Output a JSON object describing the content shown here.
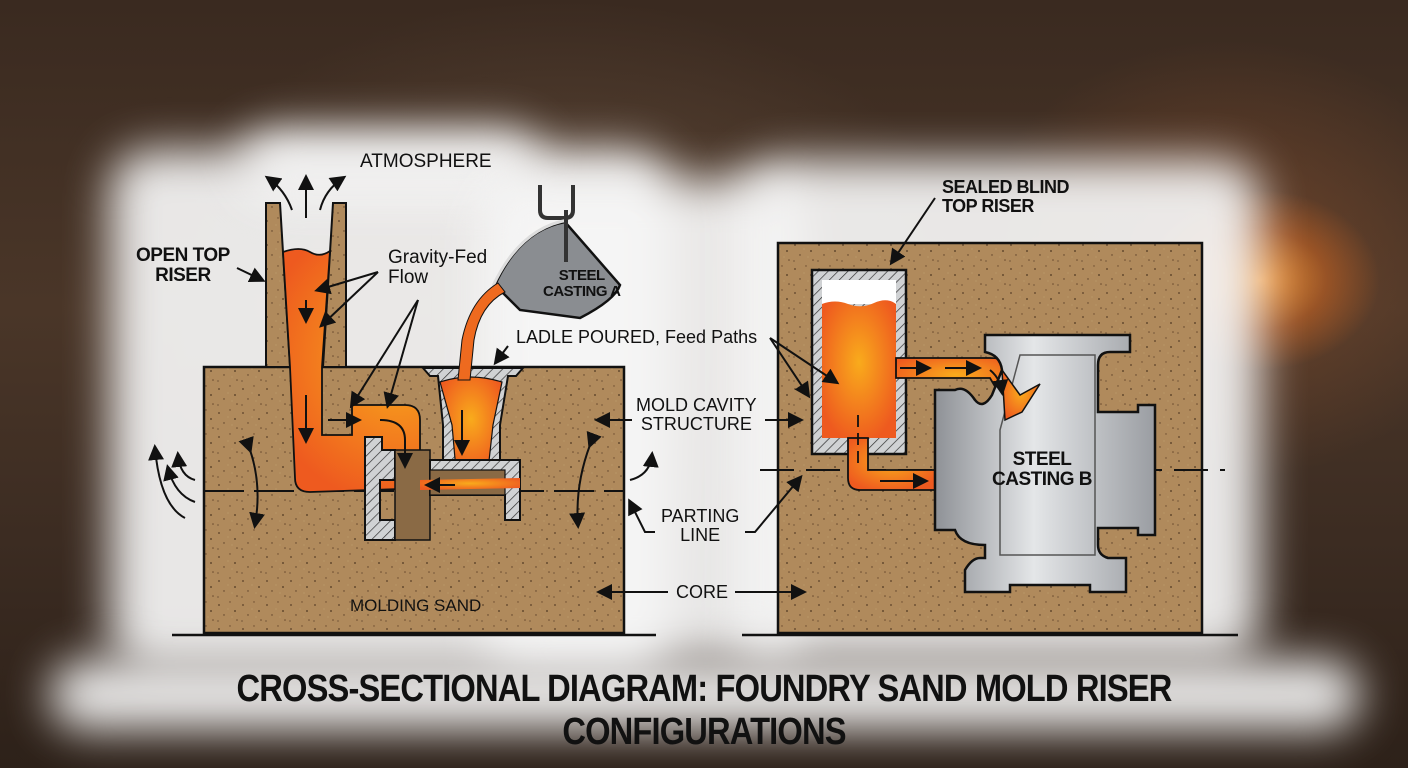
{
  "title": "CROSS-SECTIONAL DIAGRAM: FOUNDRY SAND MOLD RISER CONFIGURATIONS",
  "colors": {
    "sand": "#b08a5c",
    "sand_speckle": "#5a4028",
    "molten_core": "#f7a21c",
    "molten_edge": "#ee5a1f",
    "steel": "#b9bcc0",
    "outline": "#1a1a1a"
  },
  "left_diagram": {
    "atmosphere_label": "ATMOSPHERE",
    "riser_label": "OPEN TOP\nRISER",
    "riser_label_line1": "OPEN TOP",
    "riser_label_line2": "RISER",
    "flow_label_line1": "Gravity-Fed",
    "flow_label_line2": "Flow",
    "ladle_label_line1": "STEEL",
    "ladle_label_line2": "CASTING A",
    "sand_label": "MOLDING SAND"
  },
  "center_labels": {
    "ladle_poured": "LADLE POURED, Feed Paths",
    "mold_cavity_line1": "MOLD CAVITY",
    "mold_cavity_line2": "STRUCTURE",
    "parting_line1": "PARTING",
    "parting_line2": "LINE",
    "core": "CORE"
  },
  "right_diagram": {
    "riser_label_line1": "SEALED BLIND",
    "riser_label_line2": "TOP RISER",
    "casting_label_line1": "STEEL",
    "casting_label_line2": "CASTING B"
  }
}
